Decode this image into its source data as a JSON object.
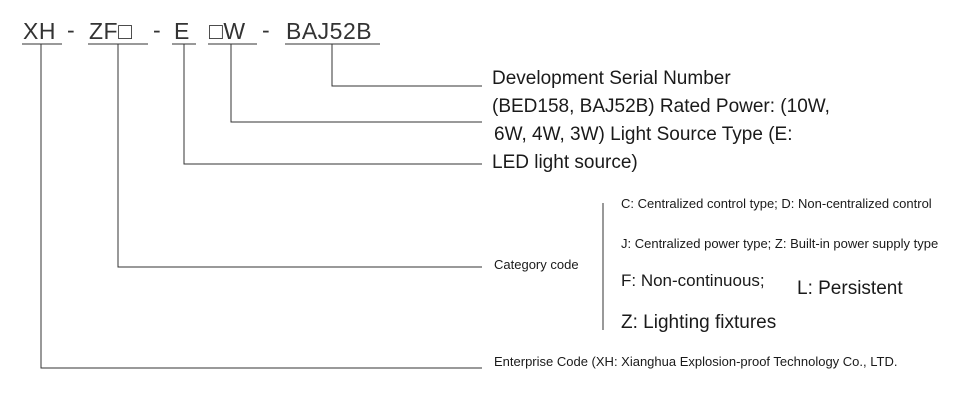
{
  "code": {
    "p1": "XH",
    "d1": "-",
    "p2": "ZF□",
    "d2": "-",
    "p3": "E",
    "p4": "□W",
    "d3": "-",
    "p5": "BAJ52B"
  },
  "labels": {
    "dev_line1": "Development Serial Number",
    "dev_line2": "(BED158, BAJ52B) Rated Power: (10W,",
    "dev_line3": "6W, 4W, 3W) Light Source Type (E:",
    "dev_line4": "LED light source)",
    "category": "Category code",
    "enterprise": "Enterprise Code (XH: Xianghua Explosion-proof Technology Co., LTD."
  },
  "options": {
    "c_d": "C: Centralized control type; D: Non-centralized control",
    "j_z": "J: Centralized power type; Z: Built-in power supply type",
    "f": "F: Non-continuous;",
    "l": "L: Persistent",
    "z": "Z: Lighting fixtures"
  }
}
